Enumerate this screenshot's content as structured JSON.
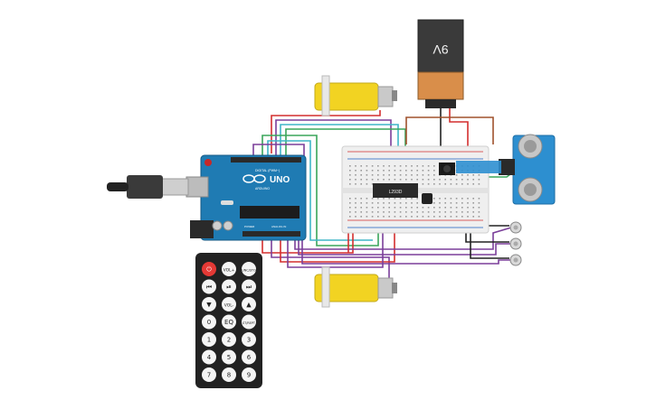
{
  "battery": {
    "label": "9V"
  },
  "arduino": {
    "logo": "UNO",
    "digital_label": "DIGITAL (PWM~)",
    "brand_label": "ARDUINO",
    "analog_label": "ANALOG IN",
    "power_label": "POWER"
  },
  "ic": {
    "label": "L293D"
  },
  "sensor": {
    "name": "ultrasonic-sensor"
  },
  "remote": {
    "buttons": [
      {
        "label": "⏻",
        "name": "power-button",
        "color": "#e53935"
      },
      {
        "label": "VOL+",
        "name": "vol-up-button"
      },
      {
        "label": "FUNC/STOP",
        "name": "func-stop-button"
      },
      {
        "label": "⏮",
        "name": "prev-button"
      },
      {
        "label": "⏯",
        "name": "play-pause-button"
      },
      {
        "label": "⏭",
        "name": "next-button"
      },
      {
        "label": "▼",
        "name": "down-button"
      },
      {
        "label": "VOL-",
        "name": "vol-down-button"
      },
      {
        "label": "▲",
        "name": "up-button"
      },
      {
        "label": "0",
        "name": "digit-0-button"
      },
      {
        "label": "EQ",
        "name": "eq-button"
      },
      {
        "label": "ST/REPT",
        "name": "st-rept-button"
      },
      {
        "label": "1",
        "name": "digit-1-button"
      },
      {
        "label": "2",
        "name": "digit-2-button"
      },
      {
        "label": "3",
        "name": "digit-3-button"
      },
      {
        "label": "4",
        "name": "digit-4-button"
      },
      {
        "label": "5",
        "name": "digit-5-button"
      },
      {
        "label": "6",
        "name": "digit-6-button"
      },
      {
        "label": "7",
        "name": "digit-7-button"
      },
      {
        "label": "8",
        "name": "digit-8-button"
      },
      {
        "label": "9",
        "name": "digit-9-button"
      }
    ]
  },
  "colors": {
    "arduino_board": "#1f7bb3",
    "motor_yellow": "#f2d322",
    "battery_body": "#3a3a3a",
    "battery_label": "#d98e4a",
    "breadboard": "#efefef",
    "sensor_board": "#2d8fd0",
    "remote_body": "#222222",
    "wire_red": "#d32f2f",
    "wire_purple": "#7b3f9a",
    "wire_green": "#3aa55a",
    "wire_cyan": "#3fb6c7",
    "wire_brown": "#a0522d",
    "wire_black": "#222222"
  }
}
